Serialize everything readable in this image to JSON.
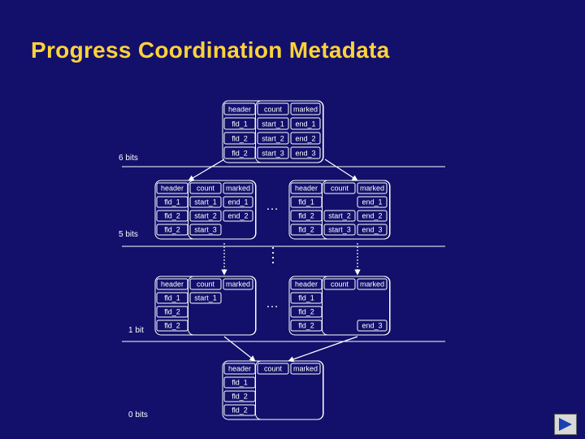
{
  "title": "Progress Coordination Metadata",
  "levels": [
    "6 bits",
    "5 bits",
    "1 bit",
    "0 bits"
  ],
  "ellipsis": "…",
  "labels": {
    "header": "header",
    "count": "count",
    "marked": "marked",
    "fld_1": "fld_1",
    "fld_2": "fld_2",
    "start_1": "start_1",
    "start_2": "start_2",
    "start_3": "start_3",
    "end_1": "end_1",
    "end_2": "end_2",
    "end_3": "end_3"
  },
  "nodes": [
    {
      "id": "top",
      "rows": [
        [
          "header",
          "count",
          "marked"
        ],
        [
          "fld_1",
          "start_1",
          "end_1"
        ],
        [
          "fld_2",
          "start_2",
          "end_2"
        ],
        [
          "fld_2",
          "start_3",
          "end_3"
        ]
      ]
    },
    {
      "id": "mid-left",
      "rows": [
        [
          "header",
          "count",
          "marked"
        ],
        [
          "fld_1",
          "start_1",
          "end_1"
        ],
        [
          "fld_2",
          "start_2",
          "end_2"
        ],
        [
          "fld_2",
          "start_3",
          ""
        ]
      ]
    },
    {
      "id": "mid-right",
      "rows": [
        [
          "header",
          "count",
          "marked"
        ],
        [
          "fld_1",
          "",
          "end_1"
        ],
        [
          "fld_2",
          "start_2",
          "end_2"
        ],
        [
          "fld_2",
          "start_3",
          "end_3"
        ]
      ]
    },
    {
      "id": "low-left",
      "rows": [
        [
          "header",
          "count",
          "marked"
        ],
        [
          "fld_1",
          "start_1",
          ""
        ],
        [
          "fld_2",
          "",
          ""
        ],
        [
          "fld_2",
          "",
          ""
        ]
      ]
    },
    {
      "id": "low-right",
      "rows": [
        [
          "header",
          "count",
          "marked"
        ],
        [
          "fld_1",
          "",
          ""
        ],
        [
          "fld_2",
          "",
          ""
        ],
        [
          "fld_2",
          "",
          "end_3"
        ]
      ]
    },
    {
      "id": "bottom",
      "rows": [
        [
          "header",
          "count",
          "marked"
        ],
        [
          "fld_1",
          "",
          ""
        ],
        [
          "fld_2",
          "",
          ""
        ],
        [
          "fld_2",
          "",
          ""
        ]
      ]
    }
  ],
  "colors": {
    "background": "#12106b",
    "title": "#ffd23a",
    "text": "#ffffff",
    "panel": "#ffffff",
    "nav_arrow": "#1a3fb0"
  },
  "nav_icon": "next-slide-arrow-icon"
}
